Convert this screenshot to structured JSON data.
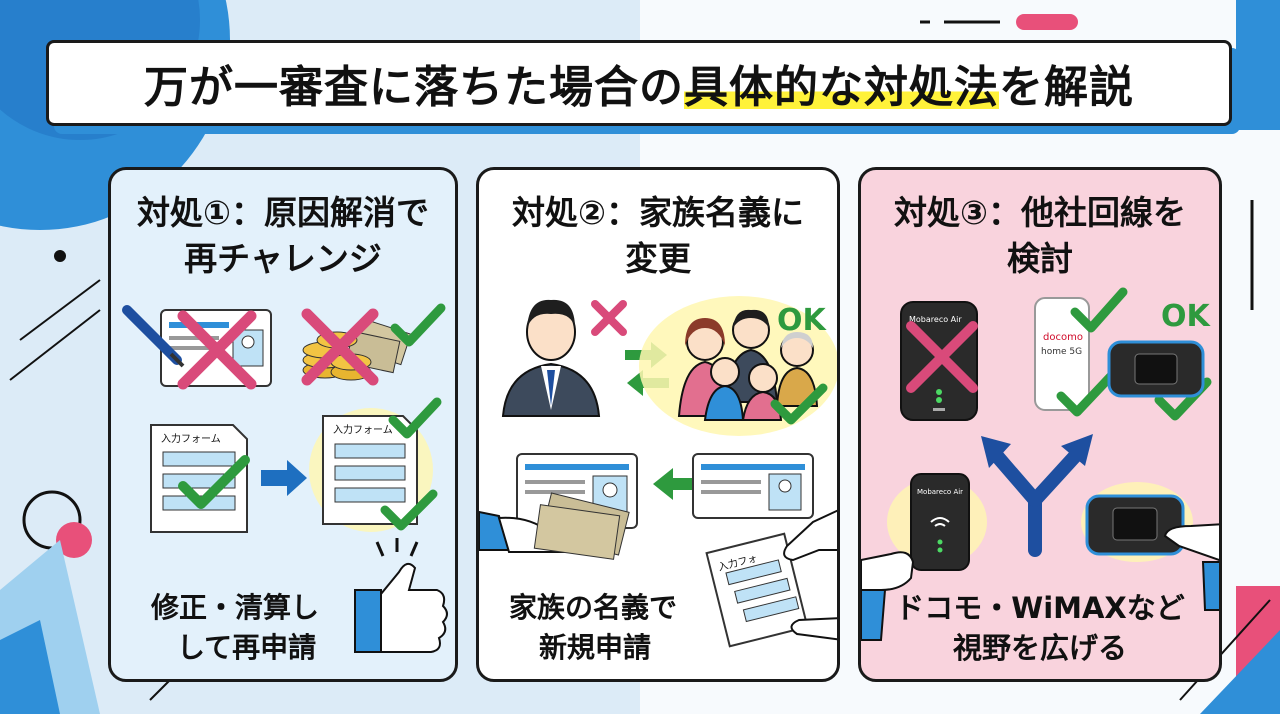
{
  "title": {
    "before": "万が一審査に落ちた場合の",
    "highlight": "具体的な対処法",
    "after": "を解説"
  },
  "panels": [
    {
      "heading_line1": "対処①：原因解消で",
      "heading_line2": "再チャレンジ",
      "form_label_a": "入力フォーム",
      "form_label_b": "入力フォーム",
      "footer_line1": "修正・清算し",
      "footer_line2": "して再申請"
    },
    {
      "heading_line1": "対処②：家族名義に",
      "heading_line2": "変更",
      "ok_label": "OK",
      "form_label": "入力フォ",
      "footer_line1": "家族の名義で",
      "footer_line2": "新規申請"
    },
    {
      "heading_line1": "対処③：他社回線を",
      "heading_line2": "検討",
      "ok_label": "OK",
      "router_brand_a": "Mobareco Air",
      "router_brand_b": "Mobareco Air",
      "docomo_label": "docomo",
      "home5g_label": "home 5G",
      "footer_line1": "ドコモ・WiMAXなど",
      "footer_line2": "視野を広げる"
    }
  ],
  "colors": {
    "accent_blue": "#2f8fd8",
    "check_green": "#2e9a3e",
    "cross_pink": "#d94a7a",
    "highlight_yellow": "#fff23a",
    "panel1_bg": "#e3f1fb",
    "panel3_bg": "#f9d3dd"
  }
}
